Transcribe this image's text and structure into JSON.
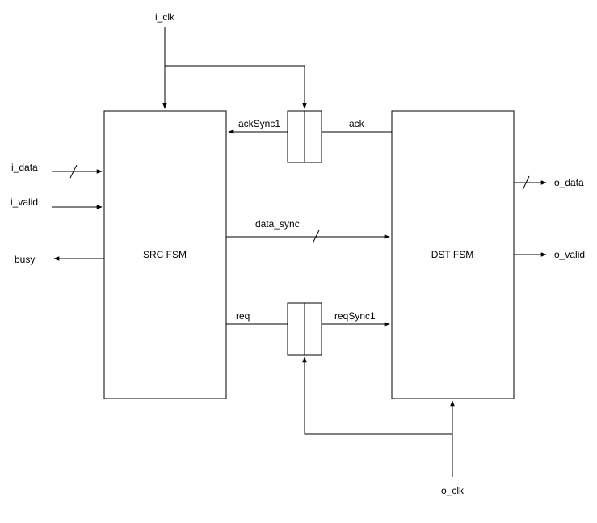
{
  "blocks": {
    "src": "SRC FSM",
    "dst": "DST FSM"
  },
  "clocks": {
    "input_clock": "i_clk",
    "output_clock": "o_clk"
  },
  "src_ports": {
    "data_in": "i_data",
    "valid_in": "i_valid",
    "busy_out": "busy"
  },
  "dst_ports": {
    "data_out": "o_data",
    "valid_out": "o_valid"
  },
  "signals": {
    "ack": "ack",
    "ack_sync": "ackSync1",
    "data_sync": "data_sync",
    "req": "req",
    "req_sync": "reqSync1"
  }
}
